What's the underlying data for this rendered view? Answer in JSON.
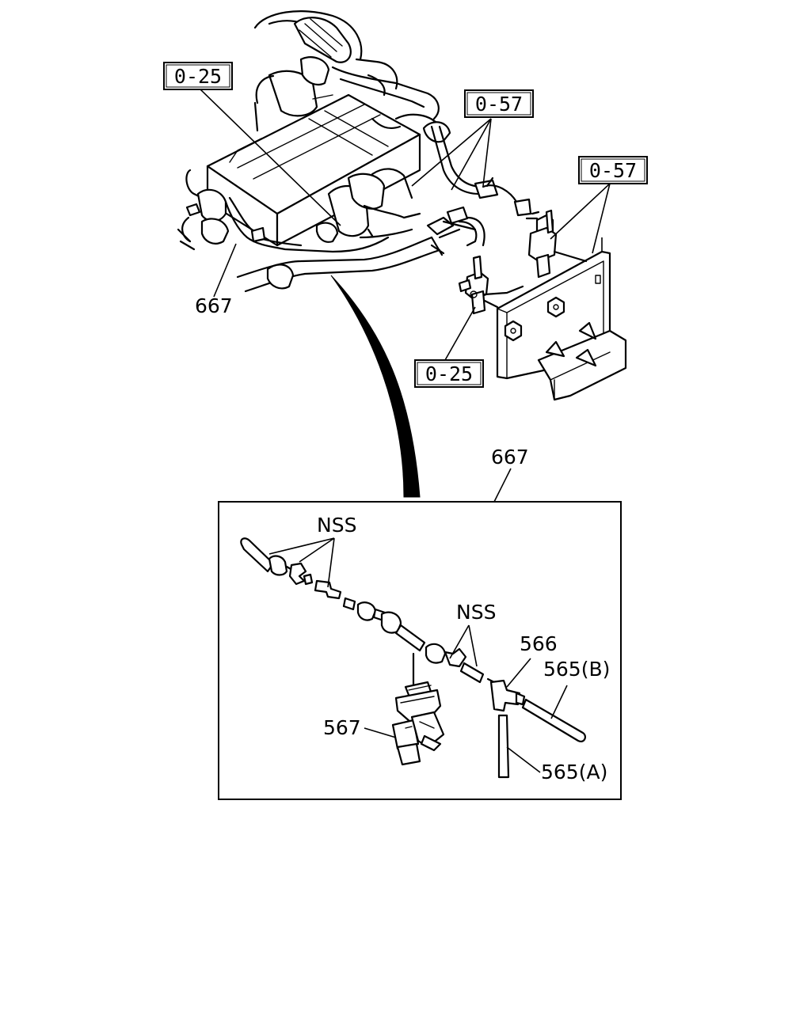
{
  "callouts": {
    "ref_0_25_top": "0-25",
    "ref_0_57_top": "0-57",
    "ref_0_57_right": "0-57",
    "ref_0_25_bottom": "0-25",
    "part_667_engine": "667",
    "part_667_detail": "667",
    "nss_left": "NSS",
    "nss_right": "NSS",
    "part_566": "566",
    "part_565b": "565(B)",
    "part_565a": "565(A)",
    "part_567": "567"
  }
}
